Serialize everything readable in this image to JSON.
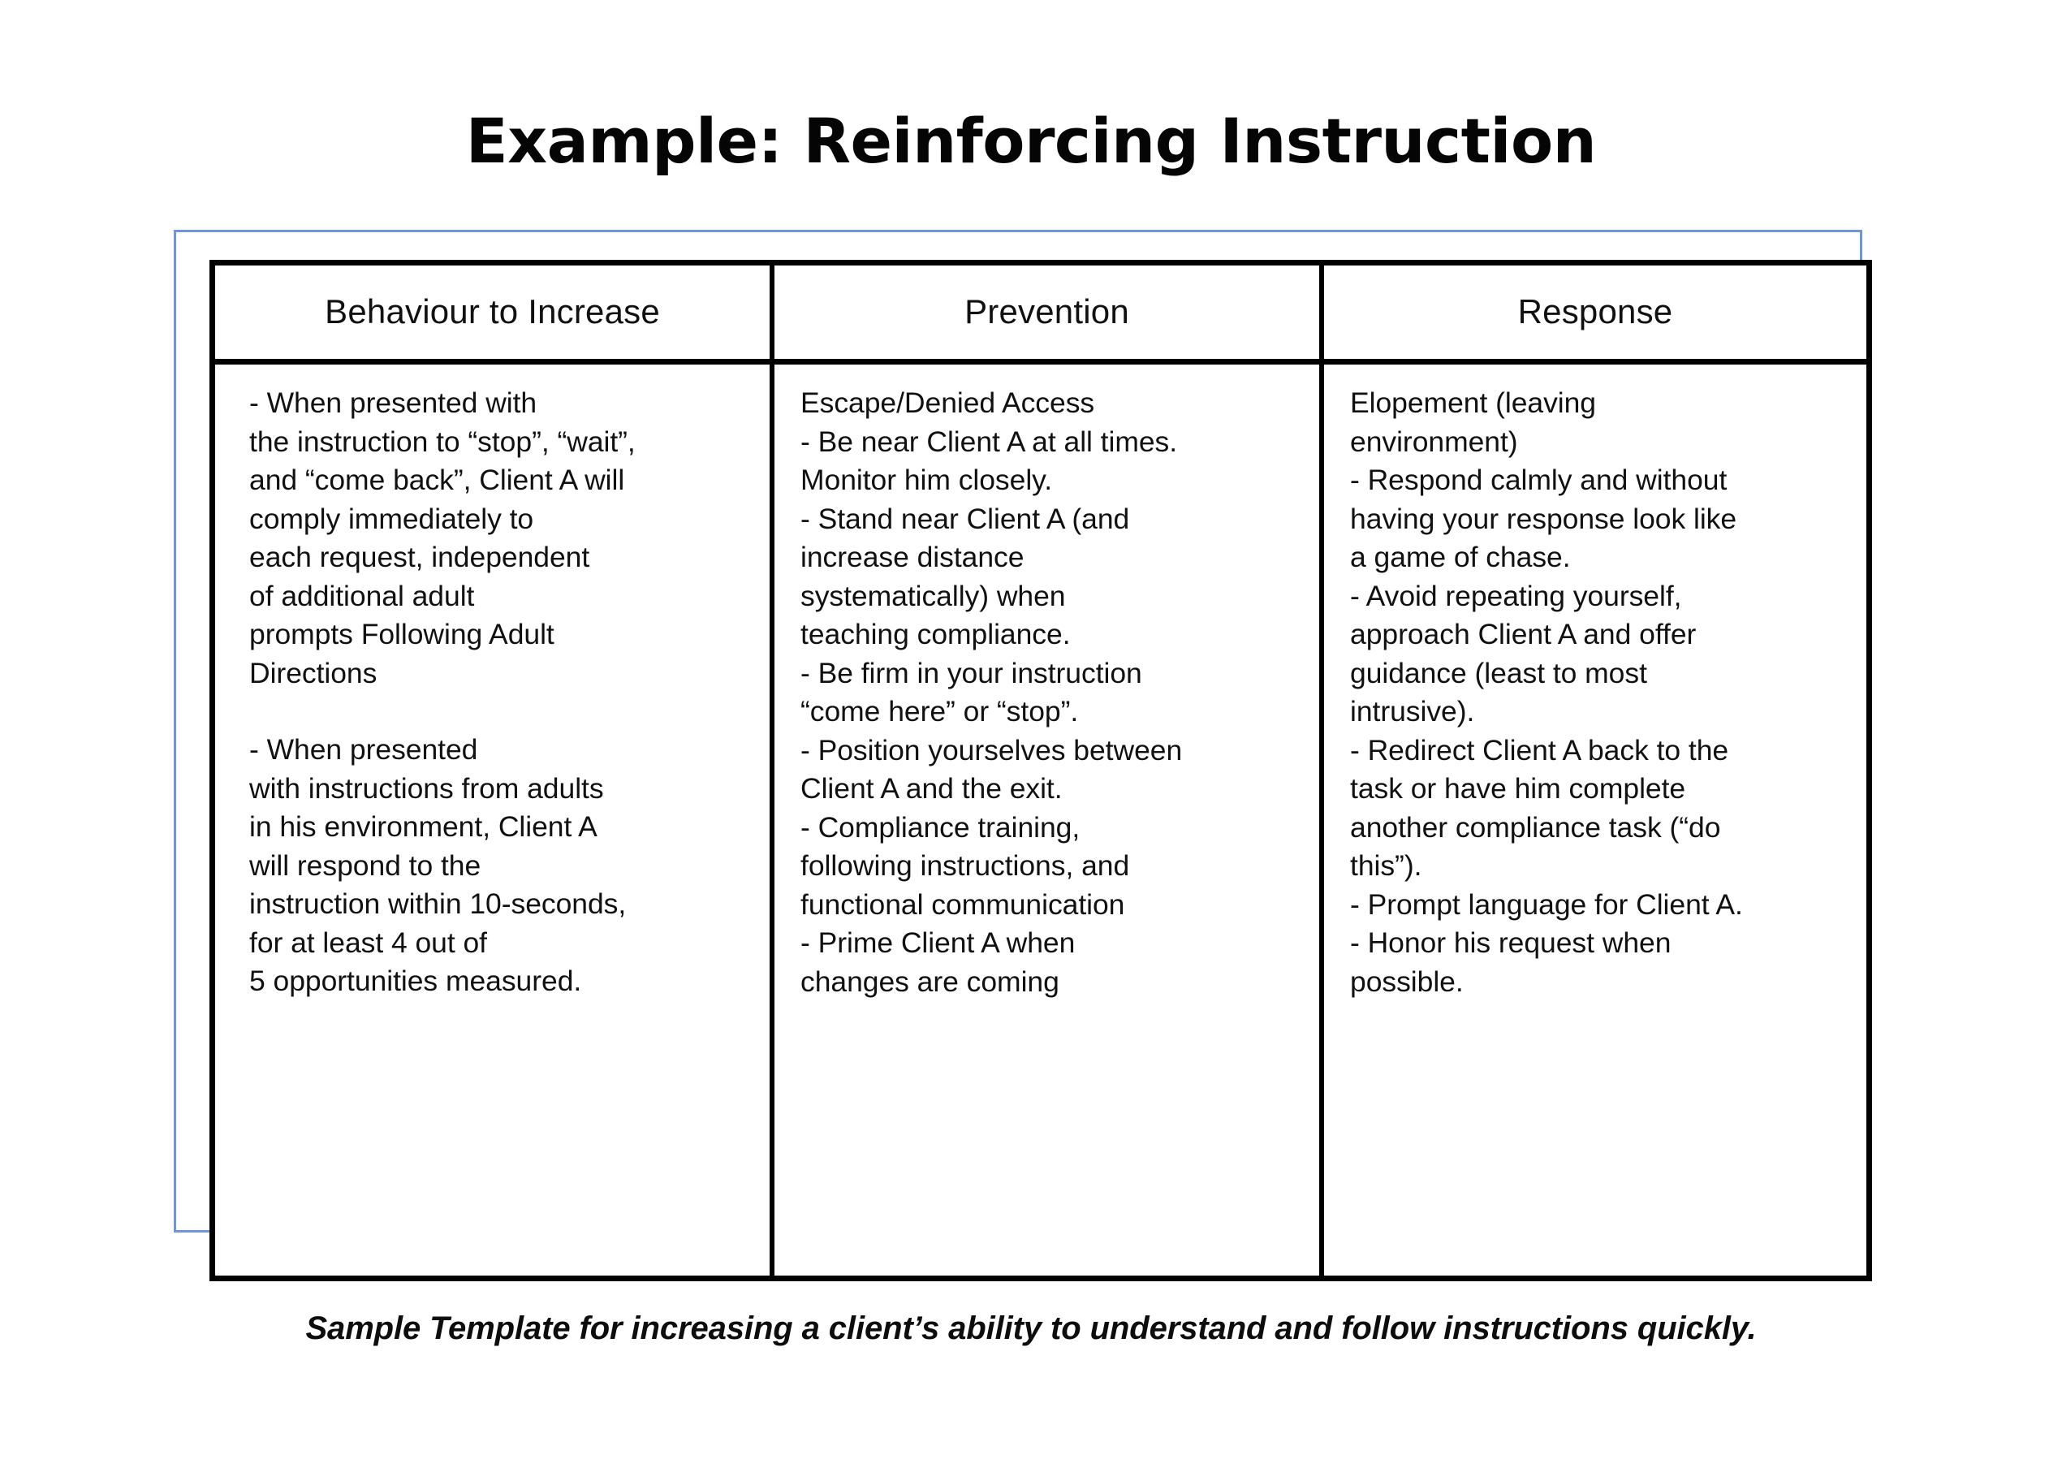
{
  "title": "Example: Reinforcing Instruction",
  "accent_blue": "#6f96dd",
  "border_color": "#000000",
  "table": {
    "headers": [
      "Behaviour to Increase",
      "Prevention",
      "Response"
    ],
    "columns": [
      {
        "header": "Behaviour to Increase",
        "paragraphs": [
          "- When presented with\nthe instruction to “stop”, “wait”,\nand “come back”, Client A will\ncomply immediately to\neach request, independent\nof additional adult\nprompts Following Adult\nDirections",
          "- When presented\nwith instructions from adults\nin his environment, Client A\nwill respond to the\ninstruction within 10-seconds,\nfor at least 4 out of\n5 opportunities measured."
        ]
      },
      {
        "header": "Prevention",
        "paragraphs": [
          "Escape/Denied Access\n- Be near Client A at all times.\nMonitor him closely.\n- Stand near Client A (and\nincrease distance\nsystematically) when\nteaching compliance.\n- Be firm in your instruction\n“come here” or “stop”.\n- Position yourselves between\nClient A and the exit.\n- Compliance training,\nfollowing instructions, and\nfunctional communication\n- Prime Client A when\nchanges are coming"
        ]
      },
      {
        "header": "Response",
        "paragraphs": [
          "Elopement (leaving\nenvironment)\n- Respond calmly and without\nhaving your response look like\na game of chase.\n- Avoid repeating yourself,\napproach Client A and offer\nguidance (least to most\nintrusive).\n- Redirect Client A back to the\ntask or have him complete\nanother compliance task (“do\nthis”).\n- Prompt language for Client A.\n- Honor his request when\npossible."
        ]
      }
    ]
  },
  "caption": "Sample Template for increasing a client’s ability to understand and follow instructions quickly."
}
